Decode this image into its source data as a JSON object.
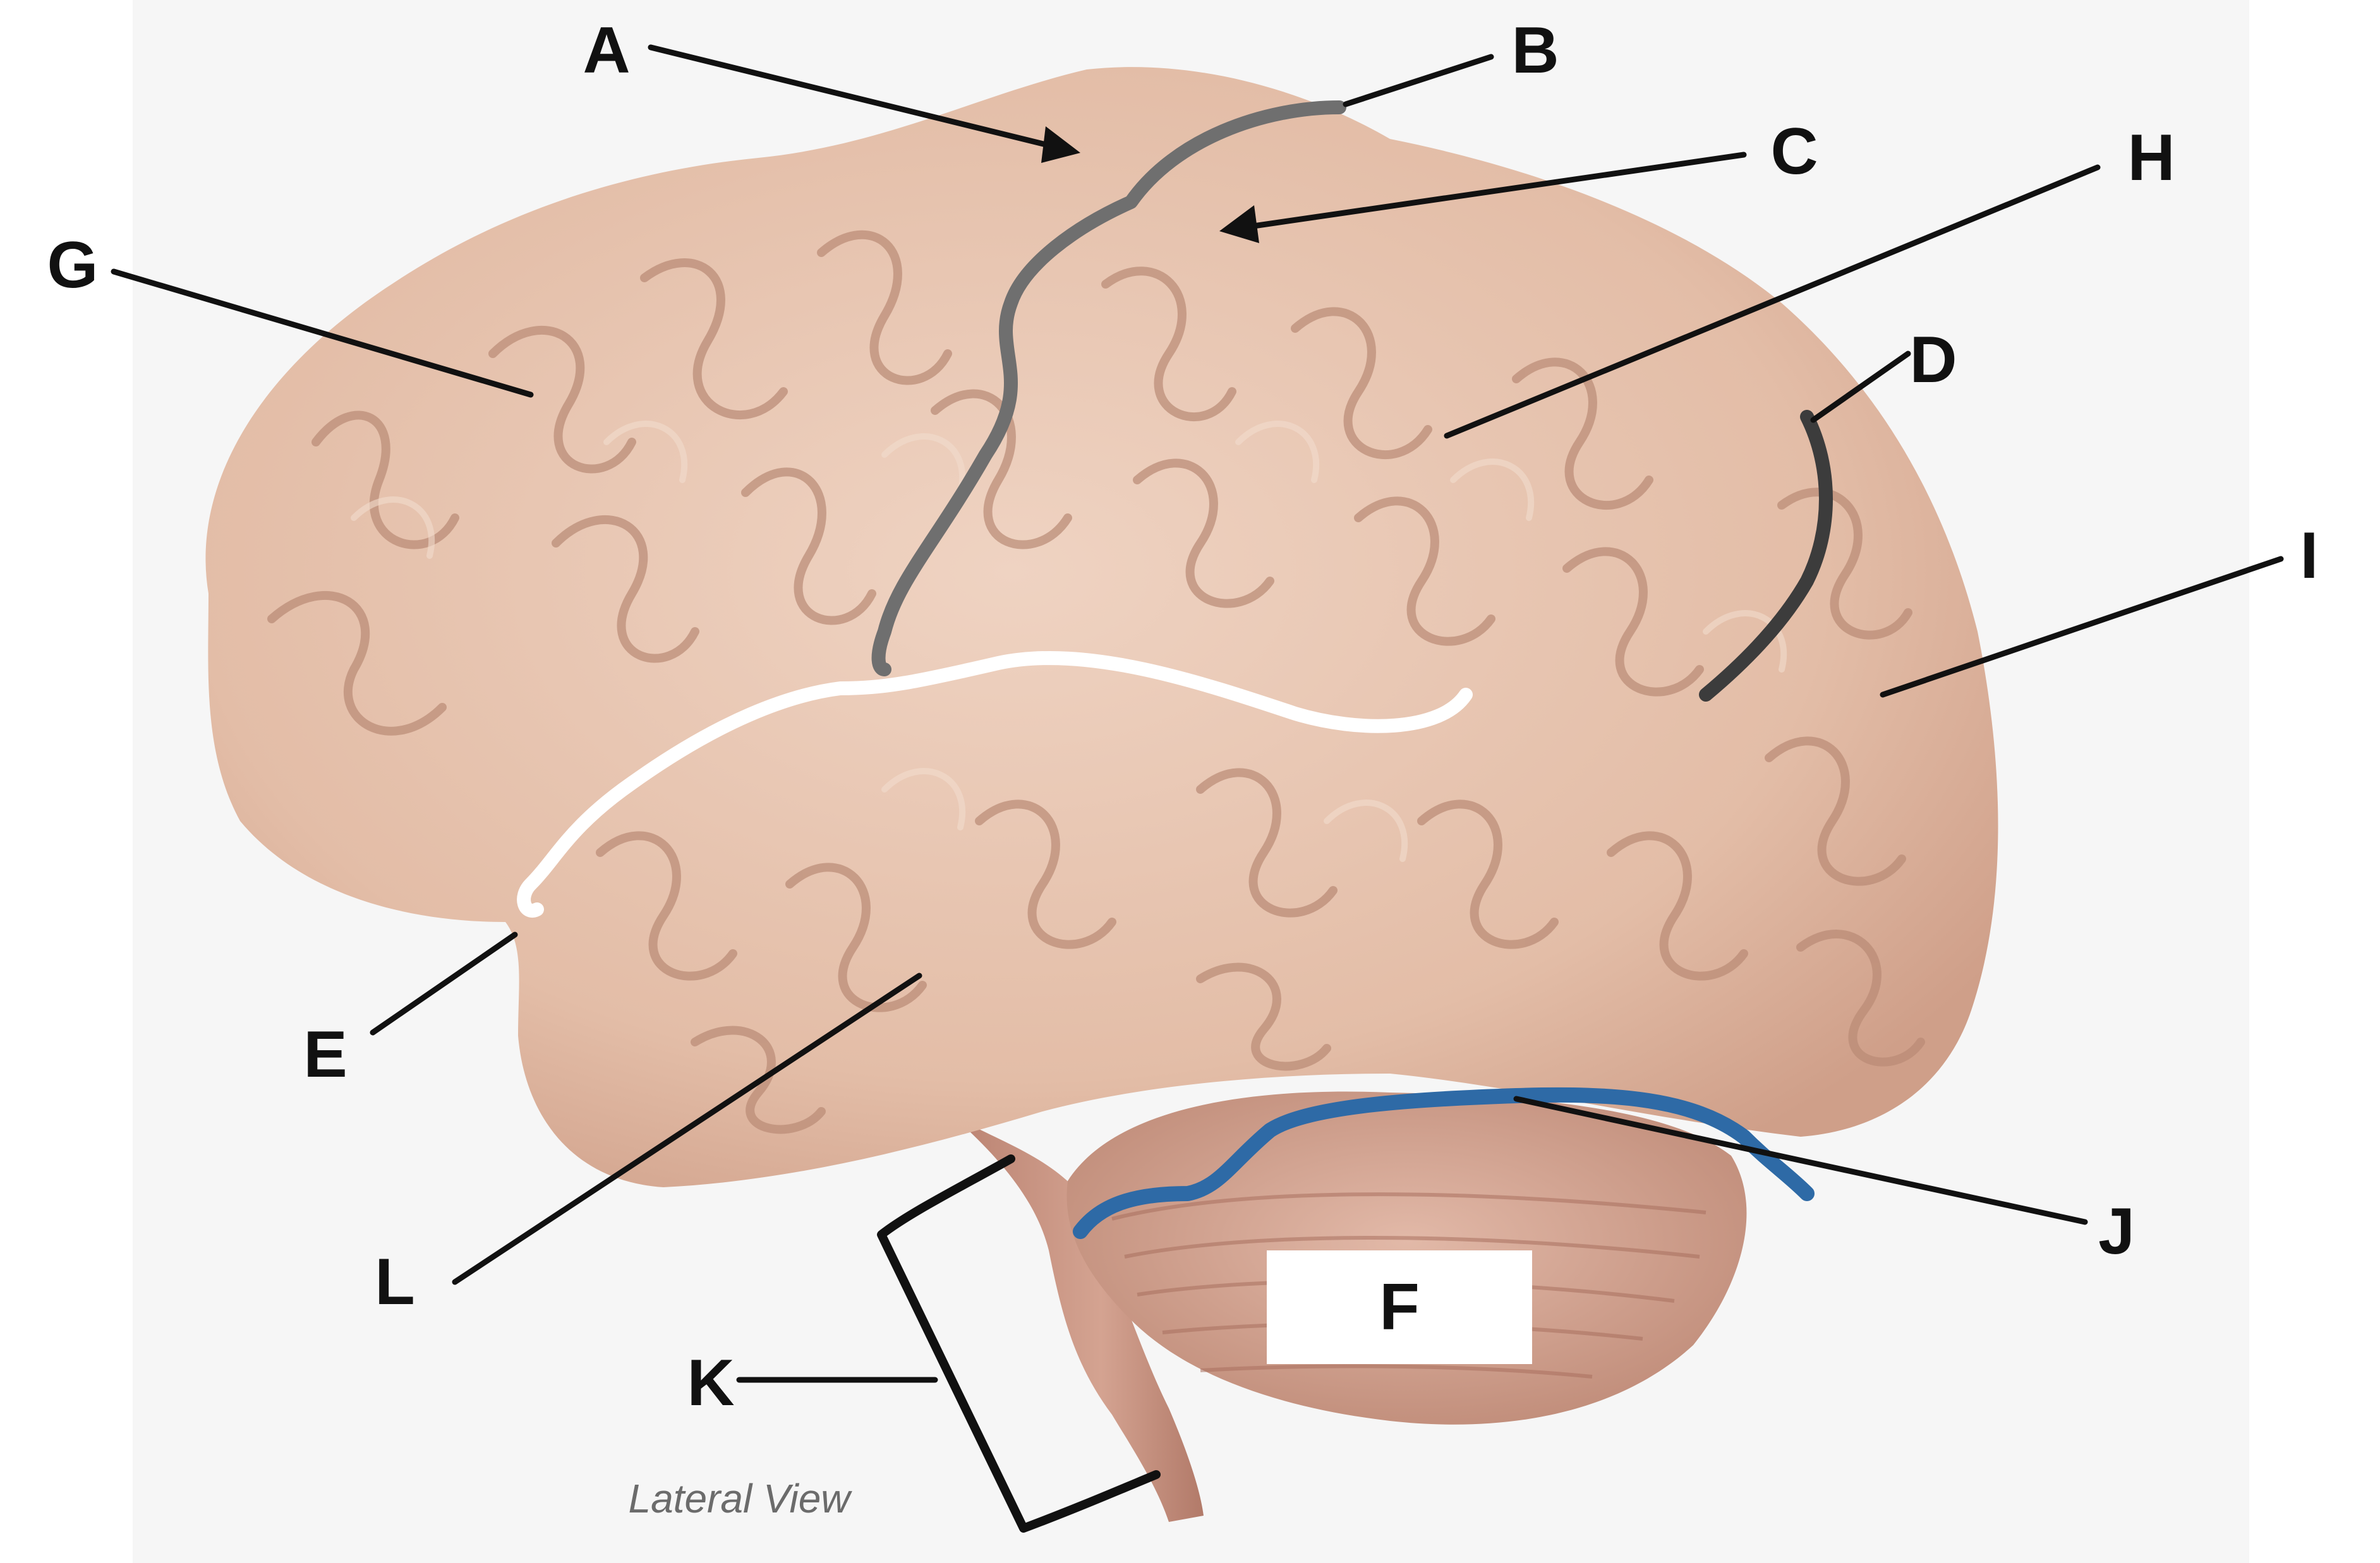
{
  "labels": {
    "a": "A",
    "b": "B",
    "c": "C",
    "d": "D",
    "e": "E",
    "f": "F",
    "g": "G",
    "h": "H",
    "i": "I",
    "j": "J",
    "k": "K",
    "l": "L"
  },
  "caption": "Lateral View",
  "colors": {
    "background": "#f6f6f6",
    "brain_tissue": "#e5c2ad",
    "gyri_highlight": "#efd6c6",
    "sulci_shadow": "#b98a75",
    "cerebellum": "#d8aa98",
    "brainstem": "#c9927f",
    "central_sulcus_line": "#6f6f6f",
    "parieto_occipital_line": "#3c3c3c",
    "lateral_sulcus_line": "#ffffff",
    "transverse_fissure_line": "#2e6aa6",
    "leader_line": "#111111"
  }
}
